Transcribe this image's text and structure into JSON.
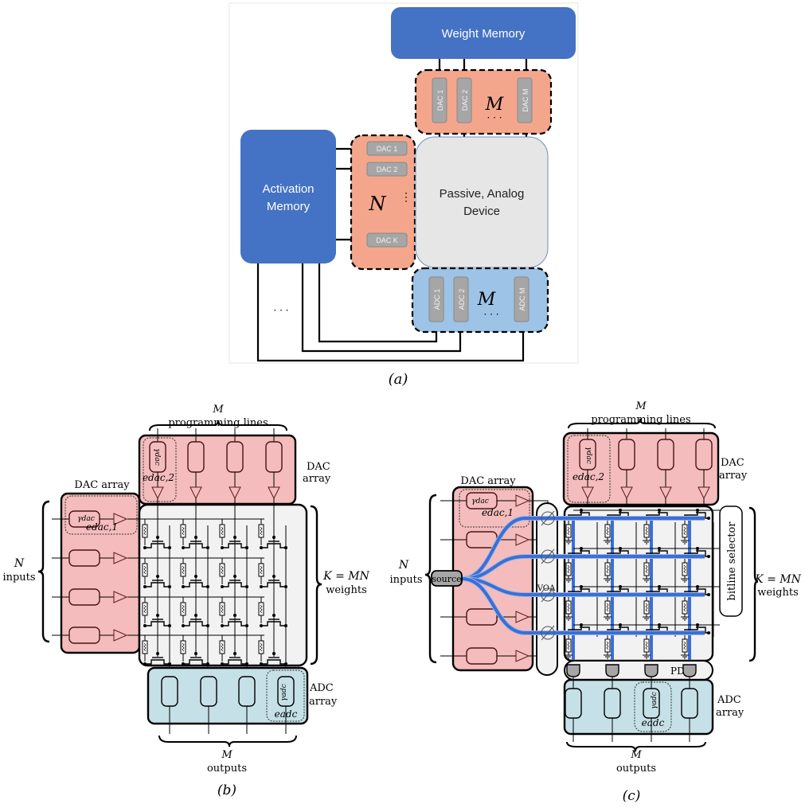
{
  "panel_a": {
    "caption": "(a)",
    "weight_memory": "Weight Memory",
    "activation_memory_line1": "Activation",
    "activation_memory_line2": "Memory",
    "device_line1": "Passive, Analog",
    "device_line2": "Device",
    "top_dacs": [
      "DAC 1",
      "DAC 2",
      "DAC M"
    ],
    "top_dac_group_label": "M",
    "left_dacs": [
      "DAC 1",
      "DAC 2",
      "DAC K"
    ],
    "left_dac_group_label": "N",
    "adcs": [
      "ADC 1",
      "ADC 2",
      "ADC M"
    ],
    "adc_group_label": "M",
    "ellipsis": "· · ·",
    "colors": {
      "memory": "#4472c4",
      "dac_group": "#f4a68c",
      "adc_group": "#9dc3e6",
      "device": "#e6e6e6",
      "converter": "#a6a6a6"
    }
  },
  "panel_b": {
    "caption": "(b)",
    "top_label_m": "M",
    "top_label": "programming lines",
    "dac_top_label1": "DAC",
    "dac_top_label2": "array",
    "dac_left_label": "DAC array",
    "gamma_dac": "γdac",
    "e_dac_1": "edac,1",
    "e_dac_2": "edac,2",
    "inputs_n": "N",
    "inputs_label": "inputs",
    "weights_k": "K = MN",
    "weights_label": "weights",
    "adc_label1": "ADC",
    "adc_label2": "array",
    "gamma_adc": "γadc",
    "e_adc": "eadc",
    "outputs_m": "M",
    "outputs_label": "outputs",
    "colors": {
      "dac": "#f4bcbc",
      "adc": "#c5e0e6",
      "array": "#f2f2f2"
    }
  },
  "panel_c": {
    "caption": "(c)",
    "top_label_m": "M",
    "top_label": "programming lines",
    "dac_top_label1": "DAC",
    "dac_top_label2": "array",
    "dac_left_label": "DAC array",
    "gamma_dac": "γdac",
    "e_dac_1": "edac,1",
    "e_dac_2": "edac,2",
    "source": "source",
    "voa": "VOA",
    "bitline_selector": "bitline selector",
    "pd": "PD",
    "inputs_n": "N",
    "inputs_label": "inputs",
    "weights_k": "K = MN",
    "weights_label": "weights",
    "adc_label1": "ADC",
    "adc_label2": "array",
    "gamma_adc": "γadc",
    "e_adc": "eadc",
    "outputs_m": "M",
    "outputs_label": "outputs",
    "colors": {
      "waveguide": "#3a6fd8",
      "dac": "#f4bcbc",
      "adc": "#c5e0e6",
      "array": "#f2f2f2",
      "source": "#a6a6a6"
    }
  }
}
